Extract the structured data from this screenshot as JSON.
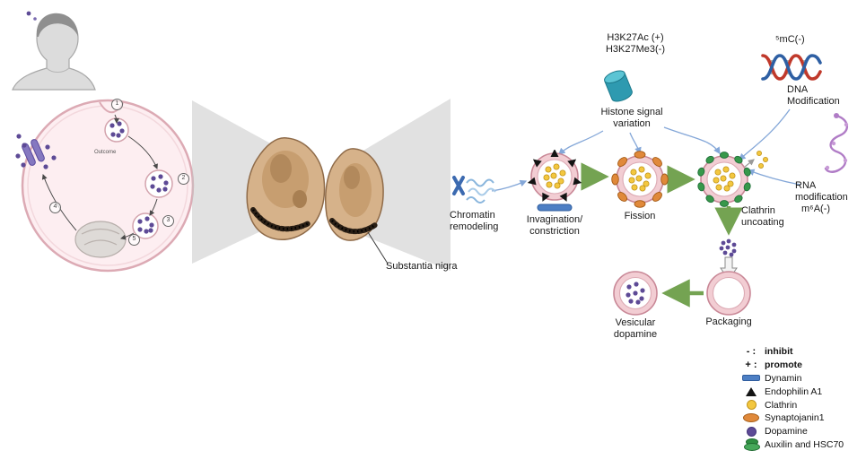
{
  "cell": {
    "steps": [
      "1",
      "2",
      "3",
      "4",
      "5"
    ],
    "outcome_label": "Outcome"
  },
  "brain": {
    "substantia_nigra_label": "Substantia nigra"
  },
  "epigenetics": {
    "histone_mark_line1": "H3K27Ac (+)",
    "histone_mark_line2": "H3K27Me3(-)",
    "histone_label_line1": "Histone signal",
    "histone_label_line2": "variation",
    "dna_mark": "⁵mC(-)",
    "dna_label_line1": "DNA",
    "dna_label_line2": "Modification",
    "rna_label_line1": "RNA",
    "rna_label_line2": "modification",
    "rna_mark": "m⁶A(-)",
    "chromatin_label_line1": "Chromatin",
    "chromatin_label_line2": "remodeling"
  },
  "pathway": {
    "stage1_line1": "Invagination/",
    "stage1_line2": "constriction",
    "stage2": "Fission",
    "stage3_line1": "Clathrin",
    "stage3_line2": "uncoating",
    "stage4": "Packaging",
    "stage5_line1": "Vesicular",
    "stage5_line2": "dopamine"
  },
  "legend": {
    "items": [
      {
        "icon": "minus-symbol",
        "symbol": "- :",
        "label": "inhibit"
      },
      {
        "icon": "plus-symbol",
        "symbol": "+ :",
        "label": "promote"
      },
      {
        "icon": "dynamin-bar-icon",
        "symbol": "",
        "label": "Dynamin"
      },
      {
        "icon": "endophilin-triangle-icon",
        "symbol": "",
        "label": "Endophilin A1"
      },
      {
        "icon": "clathrin-dot-icon",
        "symbol": "",
        "label": "Clathrin"
      },
      {
        "icon": "synaptojanin-oval-icon",
        "symbol": "",
        "label": "Synaptojanin1"
      },
      {
        "icon": "dopamine-dot-icon",
        "symbol": "",
        "label": "Dopamine"
      },
      {
        "icon": "auxilin-hsc70-icon",
        "symbol": "",
        "label": "Auxilin and HSC70"
      }
    ]
  },
  "colors": {
    "membrane": "#f2cdd3",
    "membrane_border": "#c98897",
    "clathrin": "#f3c73f",
    "synaptojanin": "#e0893a",
    "auxilin": "#37984a",
    "dopamine": "#5d4a96",
    "dynamin": "#4d7fc4",
    "process_arrow": "#74a352",
    "regulation_arrow": "#84a7d8",
    "histone": "#2e9ab0",
    "dna_red": "#c0392b",
    "dna_blue": "#2e5fa3",
    "rna": "#b07cc6"
  }
}
